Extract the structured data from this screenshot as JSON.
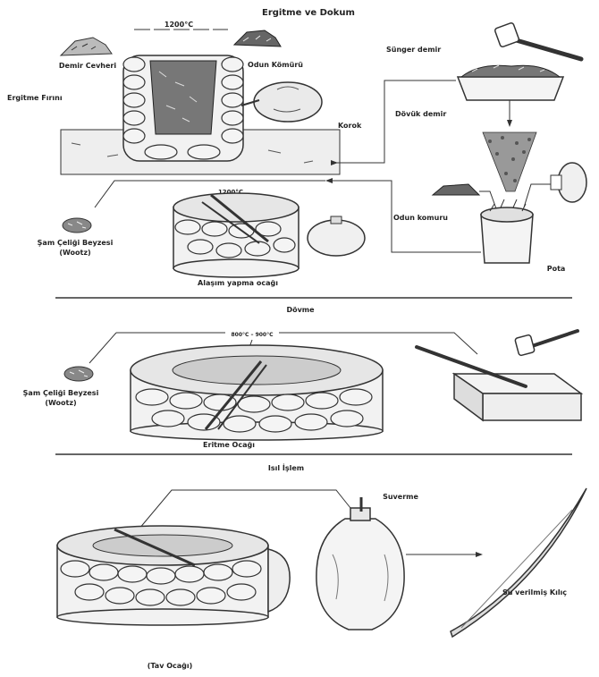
{
  "sections": {
    "smelting": "Ergitme ve Dokum",
    "forging": "Dövme",
    "heat_treatment": "Isıl İşlem"
  },
  "labels": {
    "temp_1200c_top": "1200°C",
    "demir_cevheri": "Demir Cevheri",
    "odun_komuru_top": "Odun Kömürü",
    "ergitme_firini": "Ergitme Fırını",
    "korok": "Korok",
    "sunger_demir": "Sünger demir",
    "dovuk_demir": "Dövük demir",
    "temp_1200c_mid": "1200°C",
    "sam_celigi_1": "Şam Çeliği Beyzesi",
    "wootz_1": "(Wootz)",
    "odun_komuru_mid": "Odun komuru",
    "alasim_ocagi": "Alaşım yapma ocağı",
    "pota": "Pota",
    "temp_forge": "800°C – 900°C",
    "sam_celigi_2": "Şam Çeliği Beyzesi",
    "wootz_2": "(Wootz)",
    "eritme_ocagi": "Eritme Ocağı",
    "suverme": "Suverme",
    "su_verilmis_kilic": "Su verilmiş Kılıç",
    "tav_ocagi": "(Tav Ocağı)"
  },
  "colors": {
    "ink": "#222222",
    "paper": "#ffffff"
  }
}
